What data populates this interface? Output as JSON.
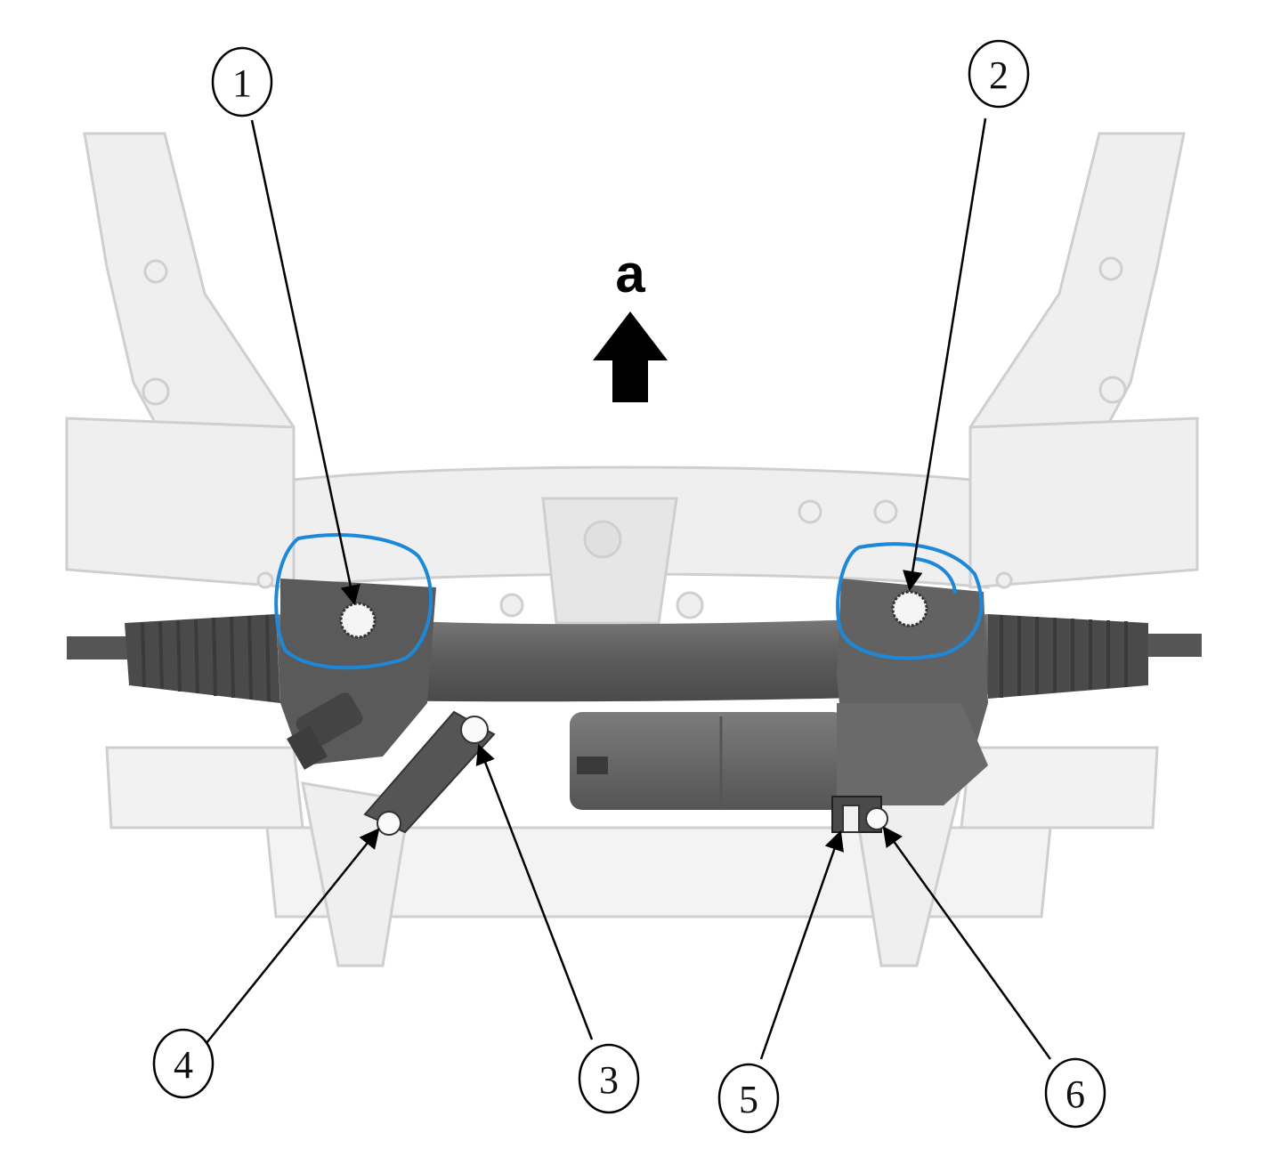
{
  "diagram": {
    "type": "technical-illustration",
    "subject": "steering-rack-on-front-subframe",
    "direction_indicator": {
      "label": "a",
      "arrow": "up-arrow",
      "color": "#000000"
    },
    "callouts": [
      {
        "id": 1,
        "label": "1",
        "circle": [
          272,
          92
        ],
        "target": [
          402,
          685
        ],
        "highlighted": true
      },
      {
        "id": 2,
        "label": "2",
        "circle": [
          1122,
          83
        ],
        "target": [
          1020,
          672
        ],
        "highlighted": true
      },
      {
        "id": 3,
        "label": "3",
        "circle": [
          684,
          1212
        ],
        "target": [
          535,
          830
        ],
        "highlighted": false
      },
      {
        "id": 4,
        "label": "4",
        "circle": [
          206,
          1195
        ],
        "target": [
          430,
          925
        ],
        "highlighted": false
      },
      {
        "id": 5,
        "label": "5",
        "circle": [
          841,
          1234
        ],
        "target": [
          945,
          930
        ],
        "highlighted": false
      },
      {
        "id": 6,
        "label": "6",
        "circle": [
          1208,
          1228
        ],
        "target": [
          990,
          925
        ],
        "highlighted": false
      }
    ],
    "annotation_color": "#1e88d8",
    "component_colors": {
      "subframe": "#eeeeee",
      "subframe_edge": "#c8c8c8",
      "rack": "#5a5a5a",
      "boot": "#4a4a4a",
      "motor": "#6b6b6b"
    }
  }
}
